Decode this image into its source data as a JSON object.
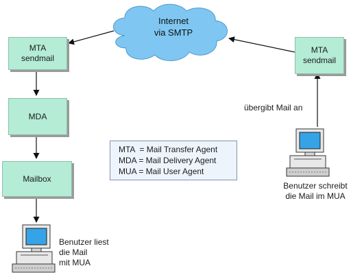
{
  "cloud": {
    "line1": "Internet",
    "line2": "via SMTP"
  },
  "left": {
    "mta": {
      "line1": "MTA",
      "line2": "sendmail"
    },
    "mda": "MDA",
    "mailbox": "Mailbox",
    "user_caption": [
      "Benutzer liest",
      "die Mail",
      "mit MUA"
    ]
  },
  "right": {
    "mta": {
      "line1": "MTA",
      "line2": "sendmail"
    },
    "handover_label": "übergibt Mail an",
    "user_caption": [
      "Benutzer schreibt",
      "die Mail im MUA"
    ]
  },
  "legend": [
    "MTA  = Mail Transfer Agent",
    "MDA = Mail Delivery Agent",
    "MUA = Mail User Agent"
  ],
  "colors": {
    "box_fill": "#b4ecd6",
    "cloud_fill": "#7fc7f2",
    "legend_fill": "#eef4fb",
    "arrow": "#111111"
  }
}
